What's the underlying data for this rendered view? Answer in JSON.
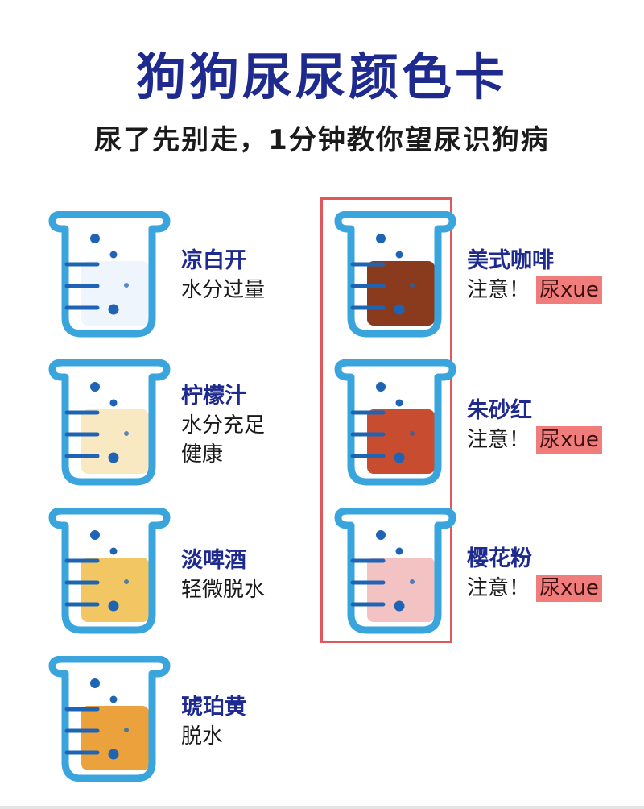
{
  "header": {
    "title": "狗狗尿尿颜色卡",
    "subtitle": "尿了先别走，1分钟教你望尿识狗病"
  },
  "colors": {
    "title": "#1f2a8f",
    "beaker_outline": "#3aa4dc",
    "beaker_marks": "#1f64b4",
    "highlight_box": "#e0585c",
    "warning_badge": "#f07c7c"
  },
  "left_column": [
    {
      "name": "凉白开",
      "desc": [
        "水分过量"
      ],
      "fill": "#eef5fc"
    },
    {
      "name": "柠檬汁",
      "desc": [
        "水分充足",
        "健康"
      ],
      "fill": "#f8e9c2"
    },
    {
      "name": "淡啤酒",
      "desc": [
        "轻微脱水"
      ],
      "fill": "#f2c763"
    },
    {
      "name": "琥珀黄",
      "desc": [
        "脱水"
      ],
      "fill": "#eba23c"
    }
  ],
  "right_column": [
    {
      "name": "美式咖啡",
      "warning": "注意！",
      "badge": "尿xue",
      "fill": "#8a3b1e"
    },
    {
      "name": "朱砂红",
      "warning": "注意！",
      "badge": "尿xue",
      "fill": "#c84d30"
    },
    {
      "name": "樱花粉",
      "warning": "注意！",
      "badge": "尿xue",
      "fill": "#f3c2c2"
    }
  ]
}
